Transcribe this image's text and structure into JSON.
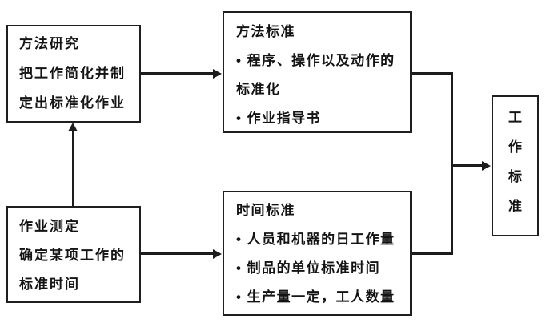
{
  "diagram": {
    "background_color": "#ffffff",
    "line_color": "#1c1c1c",
    "text_color": "#141414",
    "boxes": {
      "method_study": {
        "title": "方法研究",
        "lines": [
          "把工作简化并制",
          "定出标准化作业"
        ]
      },
      "work_measurement": {
        "title": "作业测定",
        "lines": [
          "确定某项工作的",
          "标准时间"
        ]
      },
      "method_standard": {
        "title": "方法标准",
        "lines": [
          "• 程序、操作以及动作的",
          "标准化",
          "• 作业指导书"
        ]
      },
      "time_standard": {
        "title": "时间标准",
        "lines": [
          "• 人员和机器的日工作量",
          "• 制品的单位标准时间",
          "• 生产量一定，工人数量"
        ]
      },
      "work_standard": {
        "title": "工作标准",
        "chars": [
          "工",
          "作",
          "标",
          "准"
        ]
      }
    },
    "connections": [
      {
        "from": "方法研究",
        "to": "方法标准",
        "type": "arrow"
      },
      {
        "from": "作业测定",
        "to": "时间标准",
        "type": "arrow"
      },
      {
        "from": "作业测定",
        "to": "方法研究",
        "type": "arrow"
      },
      {
        "from": "方法标准",
        "to": "工作标准",
        "type": "elbow-merge-arrow"
      },
      {
        "from": "时间标准",
        "to": "工作标准",
        "type": "elbow-merge-arrow"
      }
    ]
  }
}
